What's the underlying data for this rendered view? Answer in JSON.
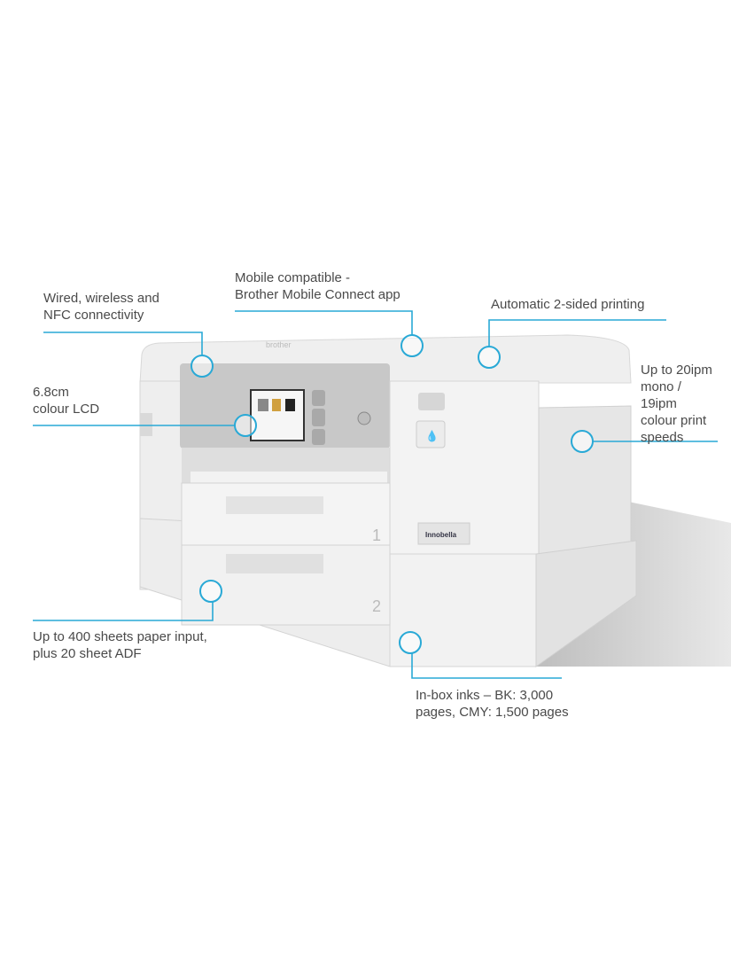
{
  "callouts": {
    "connectivity": "Wired, wireless and\nNFC connectivity",
    "mobile": "Mobile compatible -\nBrother Mobile Connect app",
    "duplex": "Automatic 2-sided printing",
    "lcd": "6.8cm\ncolour LCD",
    "speed": "Up to 20ipm\nmono /\n19ipm\ncolour print\nspeeds",
    "paper": "Up to 400 sheets paper input,\nplus 20 sheet ADF",
    "inks": "In-box inks – BK: 3,000\npages, CMY: 1,500 pages"
  },
  "printer": {
    "brand_logo": "brother",
    "ink_label": "Innobella",
    "tray_1": "1",
    "tray_2": "2"
  },
  "colors": {
    "accent": "#29a9d6",
    "text": "#4a4a4a"
  }
}
